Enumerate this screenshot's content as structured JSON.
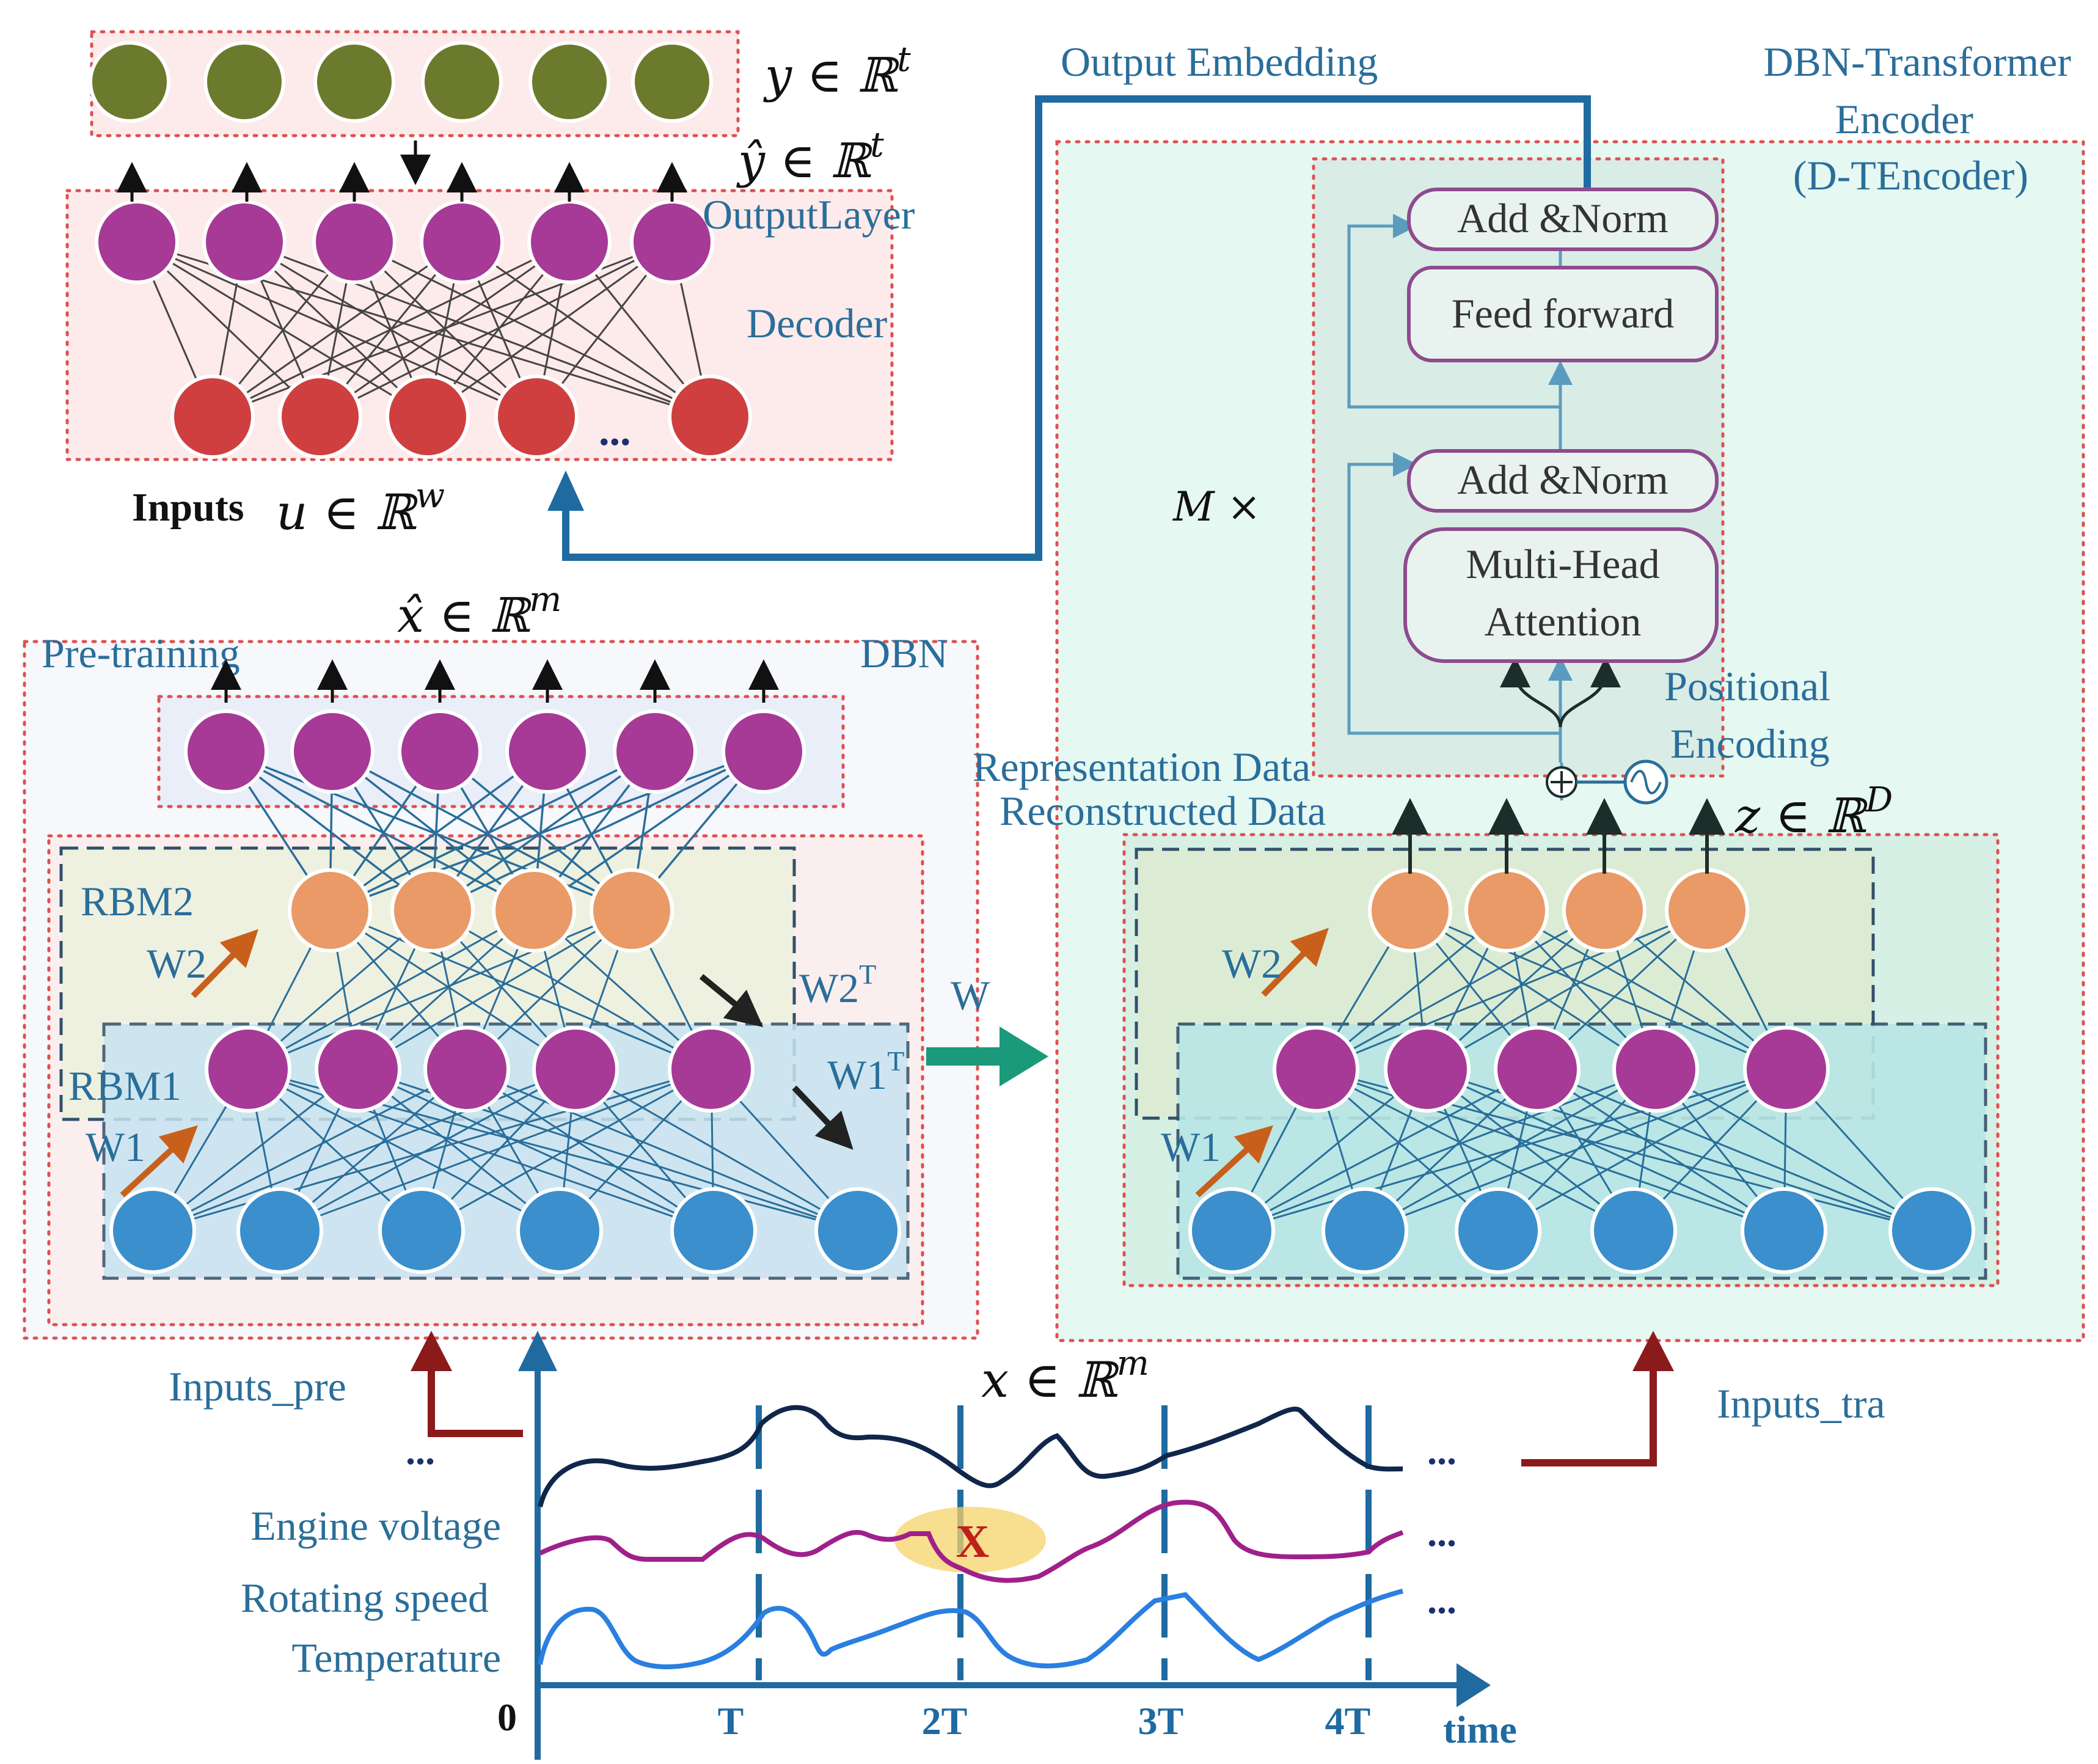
{
  "labels": {
    "y_set": "y ∈ ℝ",
    "y_exp": "t",
    "yhat_set": "ŷ ∈ ℝ",
    "yhat_exp": "t",
    "output_layer": "OutputLayer",
    "decoder": "Decoder",
    "ellipsis_decoder": "...",
    "inputs_bold": "Inputs",
    "u_set": "u ∈ ℝ",
    "u_exp": "w",
    "output_embedding": "Output Embedding",
    "encoder_title_1": "DBN-Transformer",
    "encoder_title_2": "Encoder",
    "encoder_title_3": "(D-TEncoder)",
    "add_norm_top": "Add &Norm",
    "feed_forward": "Feed forward",
    "add_norm_bottom": "Add &Norm",
    "mha_1": "Multi-Head",
    "mha_2": "Attention",
    "m_times": "M  ×",
    "positional_1": "Positional",
    "positional_2": "Encoding",
    "xhat_set": "x̂ ∈ ℝ",
    "xhat_exp": "m",
    "pretraining": "Pre-training",
    "dbn": "DBN",
    "rbm2": "RBM2",
    "rbm1": "RBM1",
    "w2": "W2",
    "w1": "W1",
    "w2t": "W2",
    "w1t": "W1",
    "t_sup": "T",
    "w_arrow": "W",
    "rbm_right_w2": "W2",
    "rbm_right_w1": "W1",
    "representation": "Representation Data",
    "reconstructed": "Reconstructed Data",
    "z_set": "z ∈ ℝ",
    "z_exp": "D",
    "inputs_pre": "Inputs_pre",
    "inputs_tra": "Inputs_tra",
    "x_set": "x ∈ ℝ",
    "x_exp": "m",
    "signal_dots": "...",
    "engine_voltage": "Engine voltage",
    "rotating_speed": "Rotating speed",
    "temperature": "Temperature",
    "fault_mark": "X",
    "axis_zero": "0",
    "tick_T": "T",
    "tick_2T": "2T",
    "tick_3T": "3T",
    "tick_4T": "4T",
    "time": "time"
  },
  "colors": {
    "label_blue": "#2a6e9a",
    "arrow_blue": "#1f6aa0",
    "arrow_red": "#8b1a1a",
    "node_olive": "#6b7a2c",
    "node_magenta": "#a63a96",
    "node_red": "#cf3f3f",
    "node_orange": "#e99a66",
    "node_blue": "#3a8fcc",
    "box_purple": "#8e4b8e",
    "signal_navy": "#10264a",
    "signal_magenta": "#a0208a",
    "signal_blue": "#2a7fe0"
  }
}
